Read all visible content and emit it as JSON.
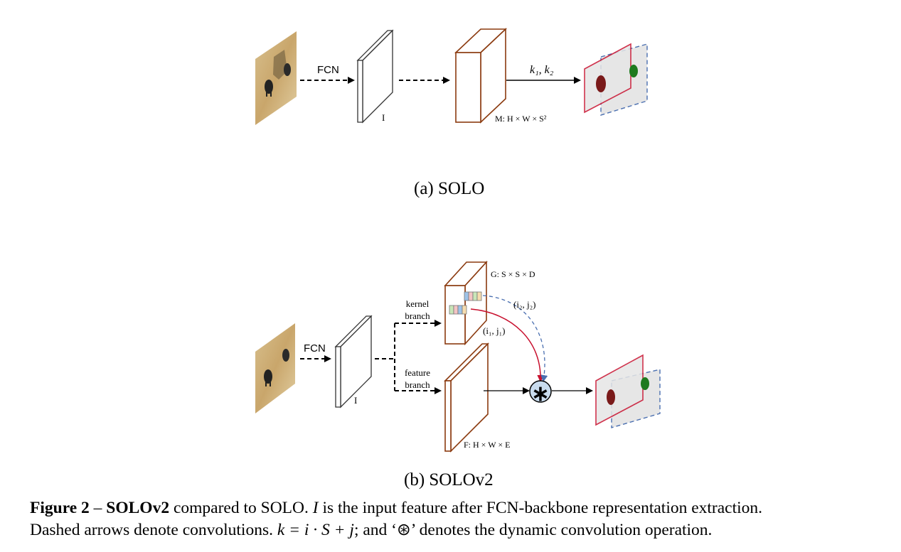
{
  "figure": {
    "top": {
      "fcn_label": "FCN",
      "input_feature_label": "I",
      "k_label": "k₁,  k₂",
      "mask_label": "M:  H × W × S²",
      "subcaption": "(a)  SOLO"
    },
    "bottom": {
      "fcn_label": "FCN",
      "input_feature_label": "I",
      "kernel_branch_line1": "kernel",
      "kernel_branch_line2": "branch",
      "feature_branch_line1": "feature",
      "feature_branch_line2": "branch",
      "kernel_grid_label": "G:  S × S × D",
      "feature_map_label": "F:  H × W × E",
      "location_1_label": "(i₁, j₁)",
      "location_2_label": "(i₂, j₂)",
      "dynamic_conv_symbol": "∗",
      "subcaption": "(b)  SOLOv2"
    },
    "colors": {
      "orange": "#8b3a0f",
      "red": "#c8102e",
      "blue_dashed": "#4a6fb0",
      "circle_fill": "#c9dcee"
    }
  },
  "caption": {
    "figure_number": "Figure 2",
    "dash": " – ",
    "title": "SOLOv2",
    "text_1": " compared to SOLO. ",
    "var_I": "I",
    "text_2": " is the input feature after FCN-backbone representation extraction.",
    "line2_part1": "Dashed arrows denote convolutions. ",
    "equation": "k = i · S + j",
    "line2_part2": "; and ‘⊛’ denotes the dynamic convolution operation."
  }
}
